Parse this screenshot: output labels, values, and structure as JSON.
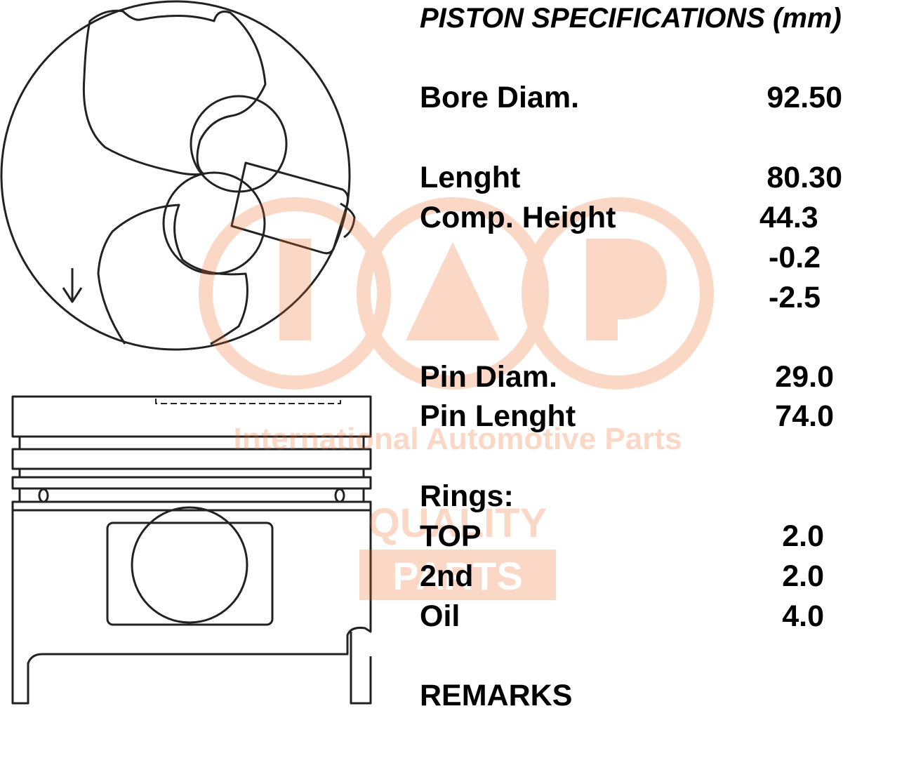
{
  "title": "PISTON SPECIFICATIONS (mm)",
  "specs": {
    "bore": {
      "label": "Bore Diam.",
      "value": "92.50"
    },
    "length": {
      "label": "Lenght",
      "value": "80.30"
    },
    "comp": {
      "label": "Comp. Height",
      "value": "44.3",
      "tol1": "-0.2",
      "tol2": "-2.5"
    },
    "pin_diam": {
      "label": "Pin Diam.",
      "value": "29.0"
    },
    "pin_length": {
      "label": "Pin Lenght",
      "value": "74.0"
    },
    "rings": {
      "label": "Rings:",
      "top": {
        "label": "TOP",
        "value": "2.0"
      },
      "second": {
        "label": "2nd",
        "value": "2.0"
      },
      "oil": {
        "label": "Oil",
        "value": "4.0"
      }
    },
    "remarks": {
      "label": "REMARKS"
    }
  },
  "watermark": {
    "brand_text": "International Automotive Parts",
    "quality_text": "QUALITY",
    "parts_text": "PARTS",
    "color": "#f26522"
  },
  "colors": {
    "line": "#222222",
    "text": "#000000"
  }
}
